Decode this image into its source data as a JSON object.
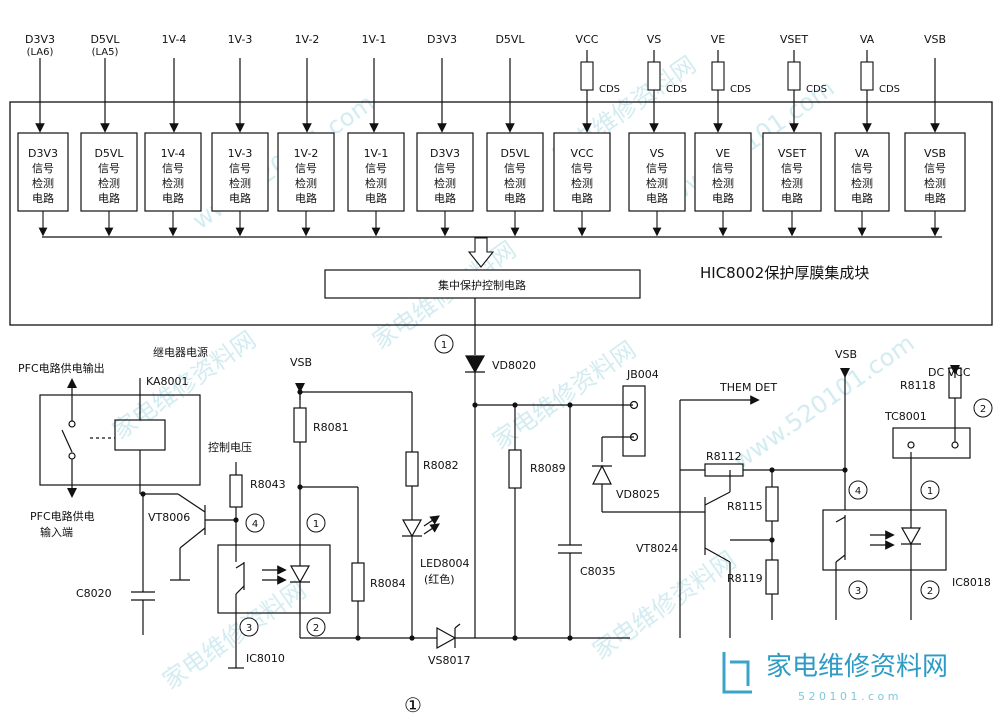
{
  "top_inputs": [
    "D3V3",
    "D5VL",
    "1V-4",
    "1V-3",
    "1V-2",
    "1V-1",
    "D3V3",
    "D5VL",
    "VCC",
    "VS",
    "VE",
    "VSET",
    "VA",
    "VSB"
  ],
  "top_input_subs": [
    "(LA6)",
    "(LA5)"
  ],
  "detector_blocks": [
    {
      "name": "D3V3",
      "lines": [
        "信号",
        "检测",
        "电路"
      ]
    },
    {
      "name": "D5VL",
      "lines": [
        "信号",
        "检测",
        "电路"
      ]
    },
    {
      "name": "1V-4",
      "lines": [
        "信号",
        "检测",
        "电路"
      ]
    },
    {
      "name": "1V-3",
      "lines": [
        "信号",
        "检测",
        "电路"
      ]
    },
    {
      "name": "1V-2",
      "lines": [
        "信号",
        "检测",
        "电路"
      ]
    },
    {
      "name": "1V-1",
      "lines": [
        "信号",
        "检测",
        "电路"
      ]
    },
    {
      "name": "D3V3",
      "lines": [
        "信号",
        "检测",
        "电路"
      ]
    },
    {
      "name": "D5VL",
      "lines": [
        "信号",
        "检测",
        "电路"
      ]
    },
    {
      "name": "VCC",
      "lines": [
        "信号",
        "检测",
        "电路"
      ]
    },
    {
      "name": "VS",
      "lines": [
        "信号",
        "检测",
        "电路"
      ]
    },
    {
      "name": "VE",
      "lines": [
        "信号",
        "检测",
        "电路"
      ]
    },
    {
      "name": "VSET",
      "lines": [
        "信号",
        "检测",
        "电路"
      ]
    },
    {
      "name": "VA",
      "lines": [
        "信号",
        "检测",
        "电路"
      ]
    },
    {
      "name": "VSB",
      "lines": [
        "信号",
        "检测",
        "电路"
      ]
    }
  ],
  "cds_label": "CDS",
  "central_block": "集中保护控制电路",
  "module_title": "HIC8002保护厚膜集成块",
  "labels": {
    "pfc_out": "PFC电路供电输出",
    "relay_power": "继电器电源",
    "ka8001": "KA8001",
    "vsb": "VSB",
    "ctrl_voltage": "控制电压",
    "pfc_in_1": "PFC电路供电",
    "pfc_in_2": "输入端",
    "vt8006": "VT8006",
    "c8020": "C8020",
    "ic8010": "IC8010",
    "r8043": "R8043",
    "r8081": "R8081",
    "r8082": "R8082",
    "r8084": "R8084",
    "led8004": "LED8004",
    "led_color": "(红色)",
    "vd8020": "VD8020",
    "vs8017": "VS8017",
    "r8089": "R8089",
    "c8035": "C8035",
    "jb004": "JB004",
    "vd8025": "VD8025",
    "them_det": "THEM DET",
    "r8112": "R8112",
    "r8115": "R8115",
    "r8119": "R8119",
    "vt8024": "VT8024",
    "dc_vcc": "DC VCC",
    "r8118": "R8118",
    "tc8001": "TC8001",
    "ic8018": "IC8018"
  },
  "pins": [
    "1",
    "2",
    "3",
    "4"
  ],
  "figure_number": "①",
  "watermark": {
    "cn": "家电维修资料网",
    "url": "www.520101.com",
    "domain": "5 2 0 1 0 1 . c o m"
  }
}
